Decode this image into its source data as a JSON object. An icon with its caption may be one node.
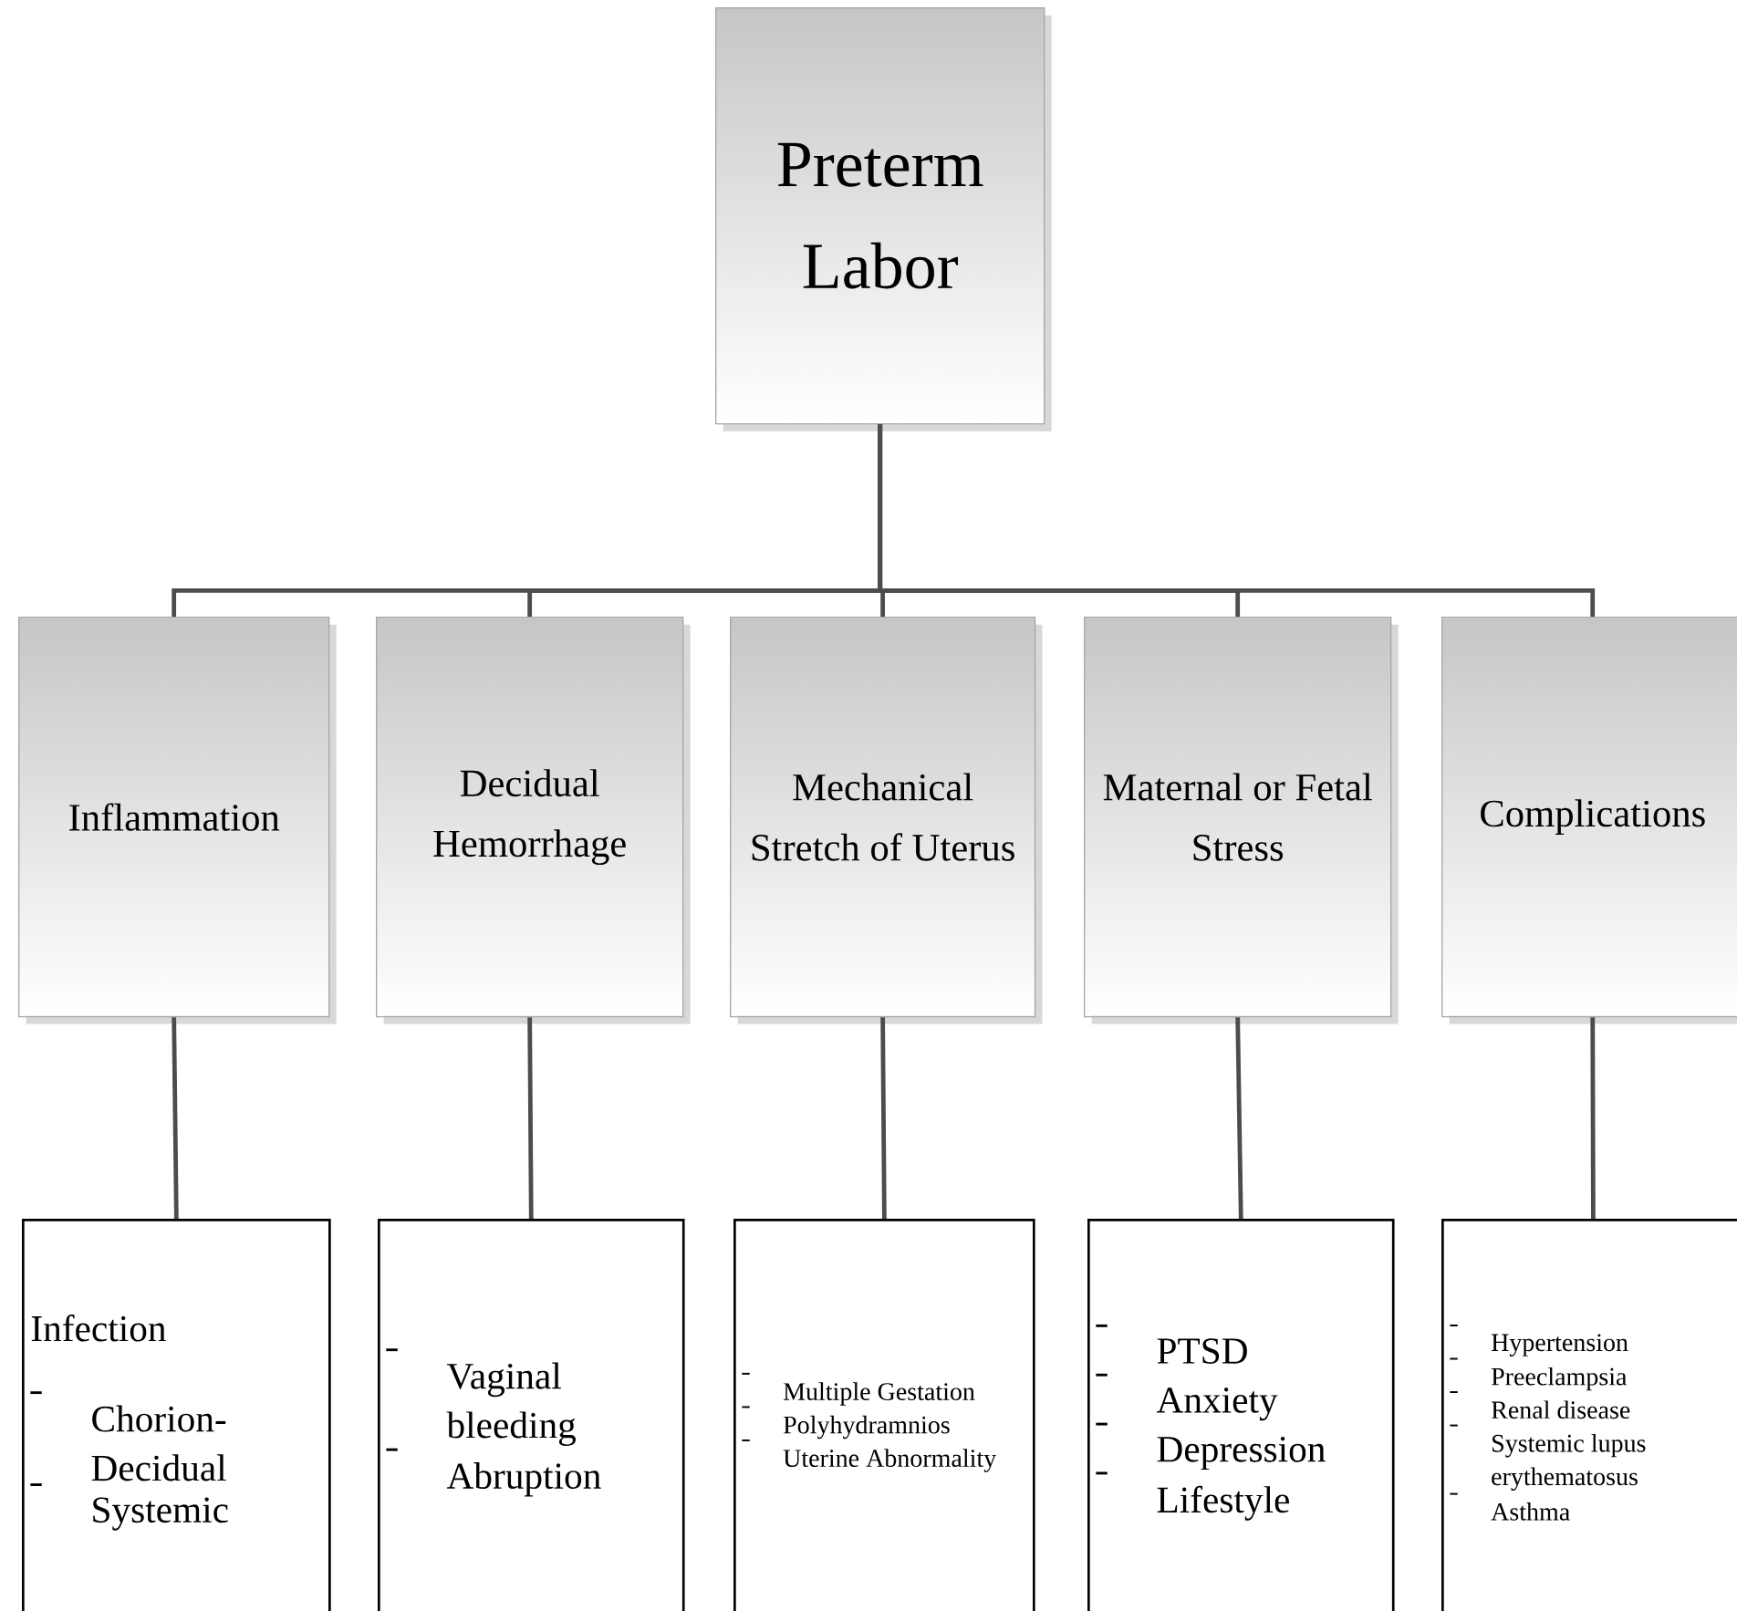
{
  "diagram": {
    "nodes": [
      {
        "text": [
          "Preterm Labor"
        ]
      },
      {
        "text": [
          "Inflammation"
        ]
      },
      {
        "text": [
          "Decidual Hemorrhage"
        ]
      },
      {
        "text": [
          "Mechanical Stretch of Uterus"
        ]
      },
      {
        "text": [
          "Maternal or Fetal Stress"
        ]
      },
      {
        "text": [
          "Complications"
        ]
      },
      {
        "text": [
          "Infection",
          "Chorion-Decidual",
          "Systemic"
        ]
      },
      {
        "text": [
          "Vaginal bleeding",
          "Abruption"
        ]
      },
      {
        "text": [
          "Multiple Gestation",
          "Polyhydramnios",
          "Uterine Abnormality"
        ]
      },
      {
        "text": [
          "PTSD",
          "Anxiety",
          "Depression",
          "Lifestyle"
        ]
      },
      {
        "text": [
          "Hypertension",
          "Preeclampsia",
          "Renal disease",
          "Systemic lupus erythematosus",
          "Asthma"
        ]
      }
    ],
    "edges": [
      {
        "from": 0,
        "to": 1,
        "arrow": "none"
      },
      {
        "from": 0,
        "to": 2,
        "arrow": "none"
      },
      {
        "from": 0,
        "to": 3,
        "arrow": "none"
      },
      {
        "from": 0,
        "to": 4,
        "arrow": "none"
      },
      {
        "from": 0,
        "to": 5,
        "arrow": "none"
      },
      {
        "from": 1,
        "to": 6,
        "arrow": "none"
      },
      {
        "from": 2,
        "to": 7,
        "arrow": "none"
      },
      {
        "from": 3,
        "to": 8,
        "arrow": "none"
      },
      {
        "from": 4,
        "to": 9,
        "arrow": "none"
      },
      {
        "from": 5,
        "to": 10,
        "arrow": "none"
      }
    ]
  }
}
